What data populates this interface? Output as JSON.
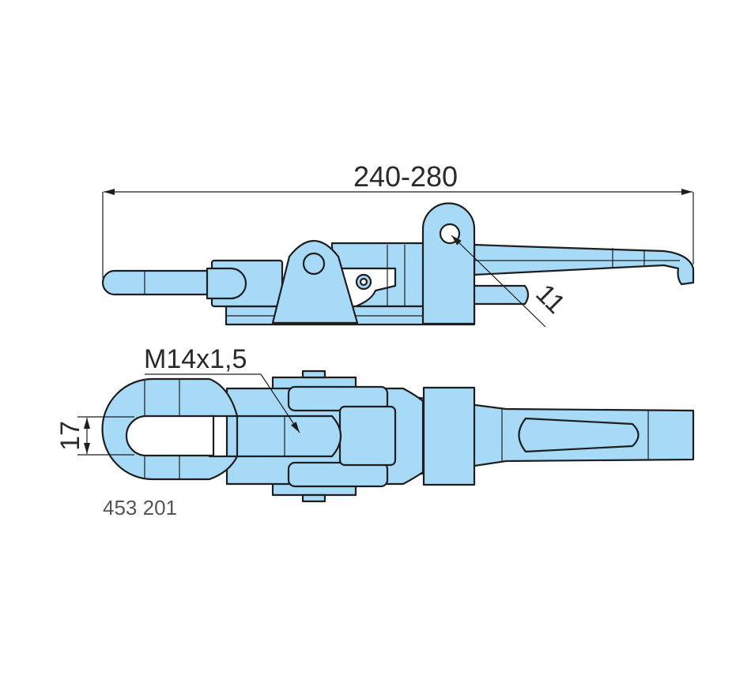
{
  "drawing": {
    "overall_length_label": "240-280",
    "hole_diameter_label": "11",
    "thread_label": "M14x1,5",
    "eye_width_label": "17",
    "part_number": "453 201"
  },
  "colors": {
    "part_fill": "#a6daf7",
    "outline": "#1e1e1e",
    "part_number_text": "#555555"
  }
}
